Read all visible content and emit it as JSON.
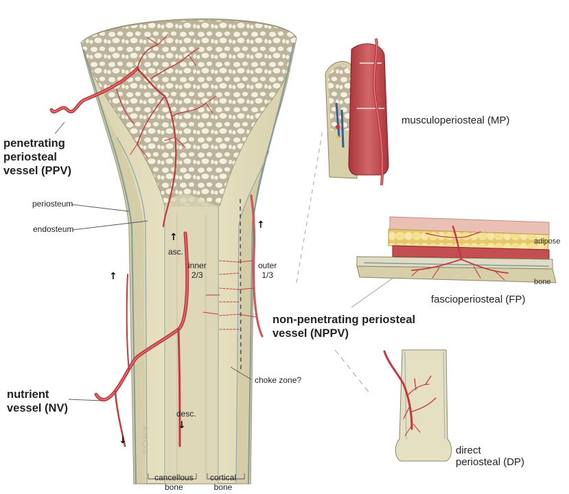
{
  "labels": {
    "ppv": [
      "penetrating",
      "periosteal",
      "vessel (PPV)"
    ],
    "nv": [
      "nutrient",
      "vessel (NV)"
    ],
    "nppv": [
      "non-penetrating periosteal",
      "vessel (NPPV)"
    ],
    "periosteum": "periosteum",
    "endosteum": "endosteum",
    "asc": "asc.",
    "desc": "desc.",
    "inner": [
      "inner",
      "2/3"
    ],
    "outer": [
      "outer",
      "1/3"
    ],
    "choke": "choke zone?",
    "cancellous": [
      "cancellous",
      "bone"
    ],
    "cortical": [
      "cortical",
      "bone"
    ],
    "mp": "musculoperiosteal (MP)",
    "fp": "fascioperiosteal (FP)",
    "dp": [
      "direct",
      "periosteal (DP)"
    ],
    "adipose": "adipose",
    "bone": "bone",
    "credit": "©Croce"
  },
  "colors": {
    "bone_fill": "#e6e0c3",
    "trabecular": "#f3efe0",
    "cortex": "#d9d2ac",
    "periosteum_line": "#7d9c9a",
    "vessel": "#c0393f",
    "vessel_dark": "#8e1f27",
    "muscle": "#c1454a",
    "fat": "#f0d98a",
    "fascia": "#e9c0b3"
  },
  "arrows": {
    "up": "↑",
    "down": "↓"
  }
}
